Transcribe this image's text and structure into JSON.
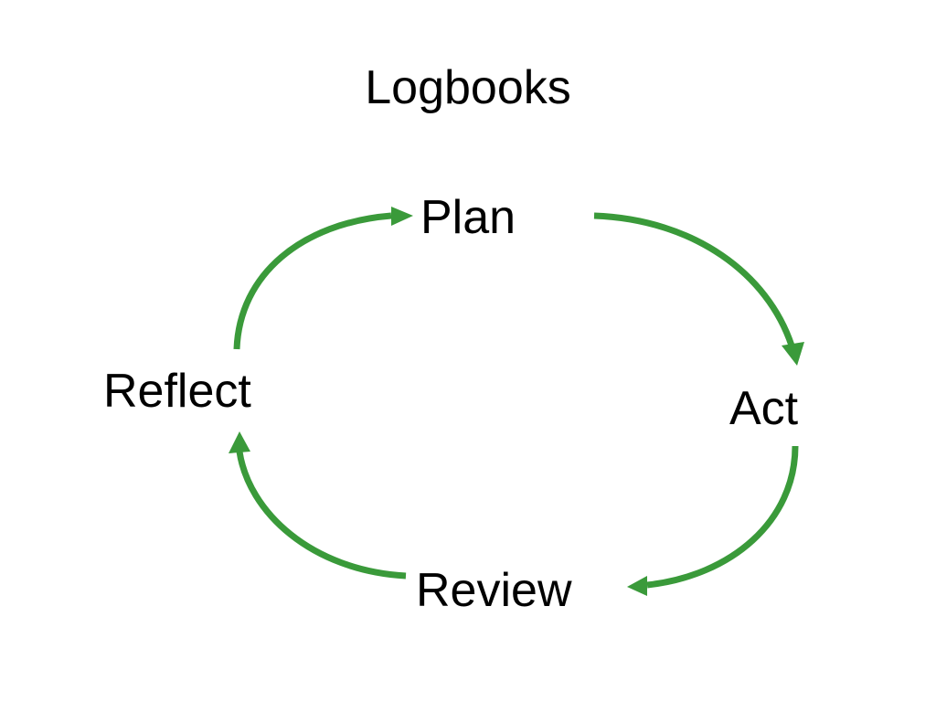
{
  "title": "Logbooks",
  "accent_color": "#3a9a3a",
  "cycle": {
    "stages": {
      "plan": "Plan",
      "act": "Act",
      "review": "Review",
      "reflect": "Reflect"
    },
    "arrows": [
      {
        "from": "Plan",
        "to": "Act"
      },
      {
        "from": "Act",
        "to": "Review"
      },
      {
        "from": "Review",
        "to": "Reflect"
      },
      {
        "from": "Reflect",
        "to": "Plan"
      }
    ]
  }
}
